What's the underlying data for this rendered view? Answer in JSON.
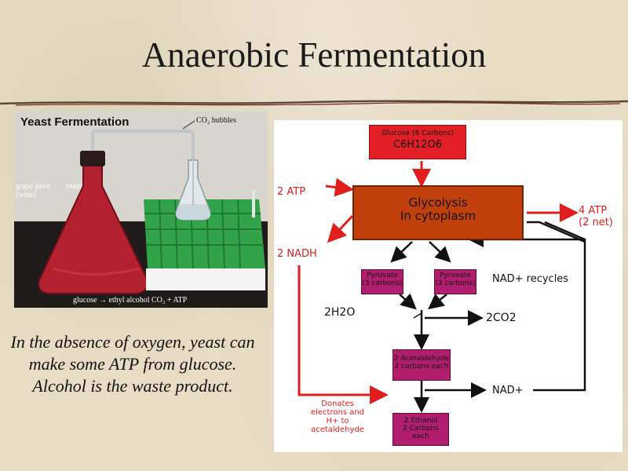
{
  "slide": {
    "title": "Anaerobic Fermentation",
    "description": "In the absence of oxygen, yeast can make some ATP from glucose. Alcohol is the waste product."
  },
  "photo": {
    "banner": "Yeast Fermentation",
    "co2_label": "CO₂ bubbles",
    "juice_label": "grape juice",
    "wine_label": "(wine)",
    "yeast_label": "yeast",
    "equation_caption": "glucose → ethyl alcohol   CO₂ + ATP"
  },
  "diagram": {
    "glucose_title": "Glucose (6 Carbons)",
    "glucose_formula": "C6H12O6",
    "glycolysis_line1": "Glycolysis",
    "glycolysis_line2": "In cytoplasm",
    "atp_in": "2 ATP",
    "atp_out_line1": "4 ATP",
    "atp_out_line2": "(2 net)",
    "nadh": "2 NADH",
    "pyruvate_left_line1": "Pyruvate",
    "pyruvate_left_line2": "(3 carbons)",
    "pyruvate_right_line1": "Pyruvate",
    "pyruvate_right_line2": "(3 carbons)",
    "nad_recycles": "NAD+ recycles",
    "water": "2H2O",
    "co2": "2CO2",
    "acetaldehyde_line1": "2 Acetaldehyde",
    "acetaldehyde_line2": "2 carbons each",
    "nad_plus": "NAD+",
    "donates_line1": "Donates",
    "donates_line2": "electrons and",
    "donates_line3": "H+ to",
    "donates_line4": "acetaldehyde",
    "ethanol_line1": "2 Ethanol",
    "ethanol_line2": "2 Carbons",
    "ethanol_line3": "each"
  },
  "colors": {
    "glucose_box": "#e21f26",
    "glycolysis_box": "#c1400c",
    "intermediate_box": "#b21e6e",
    "accent_red": "#e01e1e"
  }
}
